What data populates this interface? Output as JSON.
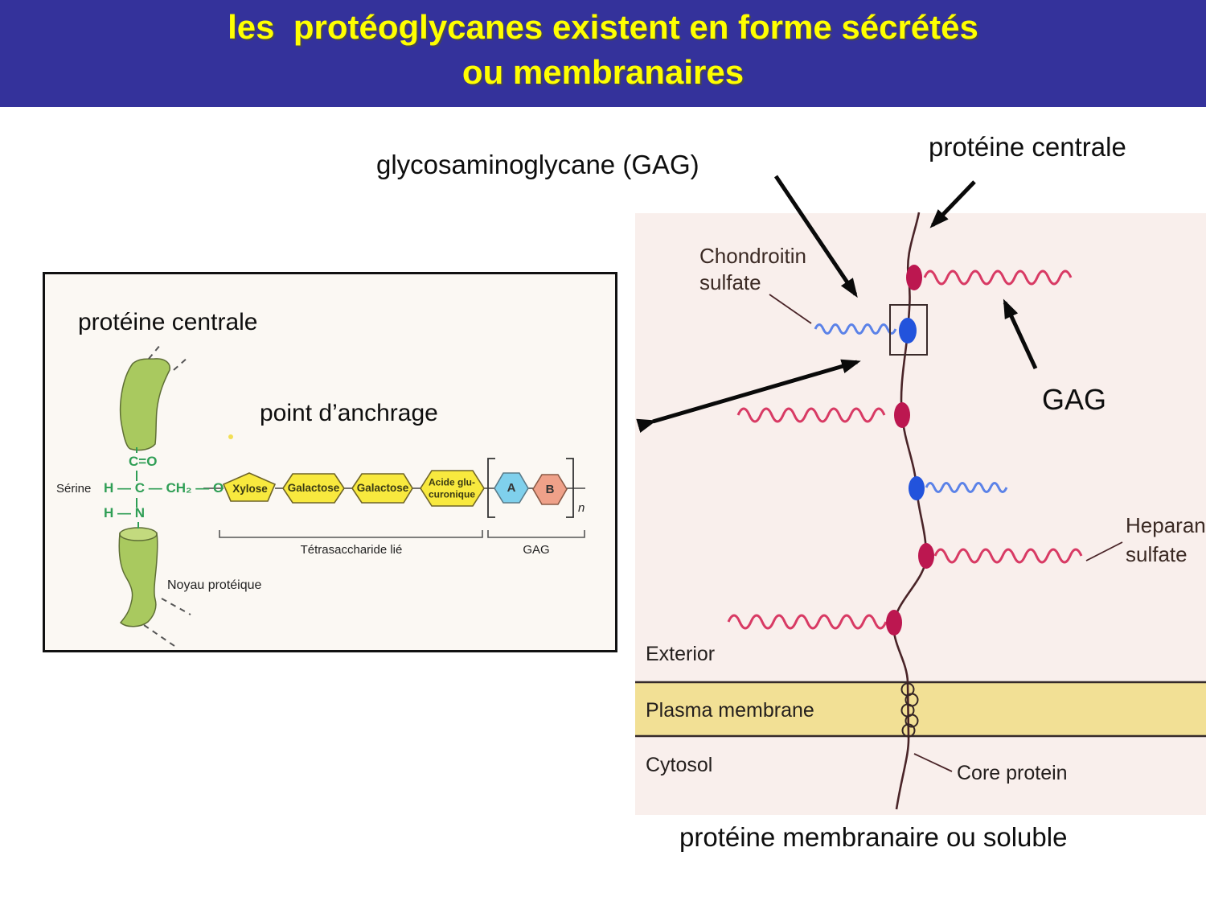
{
  "title": {
    "line1": "les  protéoglycanes existent en forme sécrétés",
    "line2": "ou membranaires"
  },
  "annotations": {
    "gag_top_label": "glycosaminoglycane (GAG)",
    "protein_top_label": "protéine centrale",
    "bottom_caption": "protéine membranaire ou soluble"
  },
  "left_panel": {
    "protein_label": "protéine centrale",
    "anchor_label": "point d’anchrage",
    "serine": "Sérine",
    "formula": {
      "carbonyl": "C=O",
      "backbone": "H — C — CH₂ — O",
      "amine": "H — N"
    },
    "sugars": [
      "Xylose",
      "Galactose",
      "Galactose"
    ],
    "sugar4_line1": "Acide glu-",
    "sugar4_line2": "curonique",
    "unit_a": "A",
    "unit_b": "B",
    "repeat": "n",
    "brace_tetra": "Tétrasaccharide lié",
    "brace_gag": "GAG",
    "core_label": "Noyau protéique"
  },
  "right_panel": {
    "chondroitin_line1": "Chondroitin",
    "chondroitin_line2": "sulfate",
    "gag_label": "GAG",
    "heparan_line1": "Heparan",
    "heparan_line2": "sulfate",
    "exterior": "Exterior",
    "plasma_membrane": "Plasma membrane",
    "cytosol": "Cytosol",
    "core_protein": "Core protein"
  },
  "colors": {
    "banner_bg": "#34329B",
    "title_text": "#FFFF00",
    "figure_bg": "#F9EFEC",
    "membrane_fill": "#F2E095",
    "red_chain": "#D83A64",
    "blue_chain": "#5B82E8",
    "crimson_dot": "#BC1750",
    "blue_dot": "#2253DC",
    "core_curve": "#4A2428",
    "green_blob": "#A9C95F",
    "chem_green": "#2F9E55",
    "sugar_yellow": "#F8E93E",
    "unit_a_blue": "#7FD0EC",
    "unit_b_salmon": "#EFA189"
  }
}
